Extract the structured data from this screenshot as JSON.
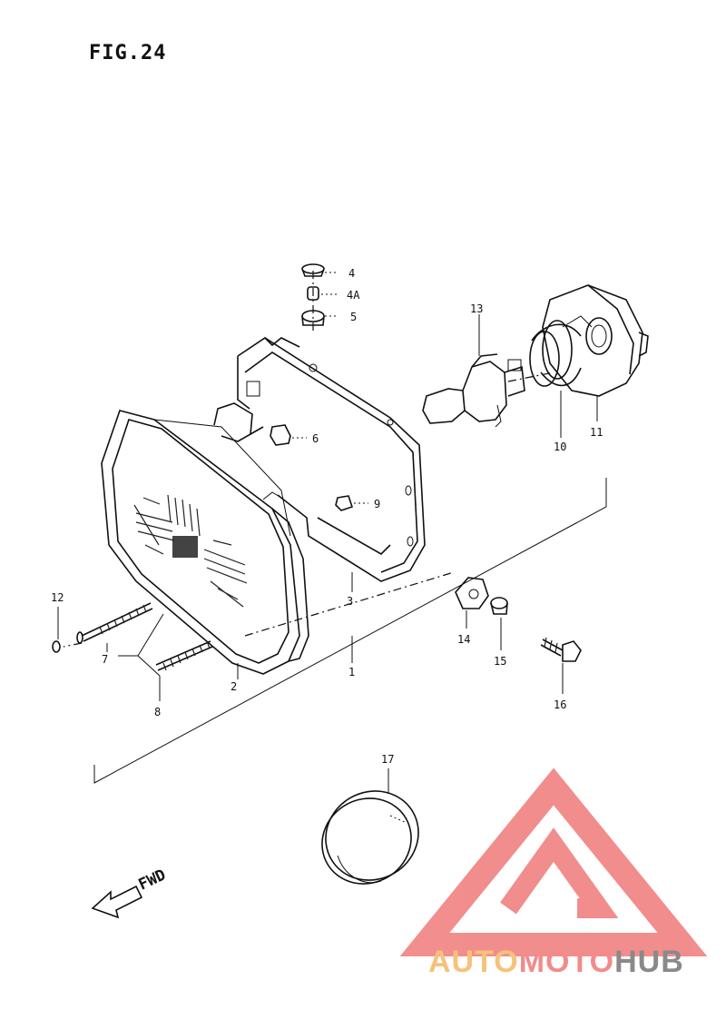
{
  "figure": {
    "title": "FIG.24"
  },
  "callouts": {
    "p1": "1",
    "p2": "2",
    "p3": "3",
    "p4": "4",
    "p4a": "4A",
    "p5": "5",
    "p6": "6",
    "p7": "7",
    "p8": "8",
    "p9": "9",
    "p10": "10",
    "p11": "11",
    "p12": "12",
    "p13": "13",
    "p14": "14",
    "p15": "15",
    "p16": "16",
    "p17": "17"
  },
  "direction": {
    "label": "FWD"
  },
  "watermark": {
    "part1": "AUTO",
    "part2": "MOTO",
    "part3": "HUB",
    "colors": {
      "auto": "#f6c27a",
      "moto": "#f28b8b",
      "hub": "#8a8a8a",
      "logo": "#f07a7a"
    }
  }
}
